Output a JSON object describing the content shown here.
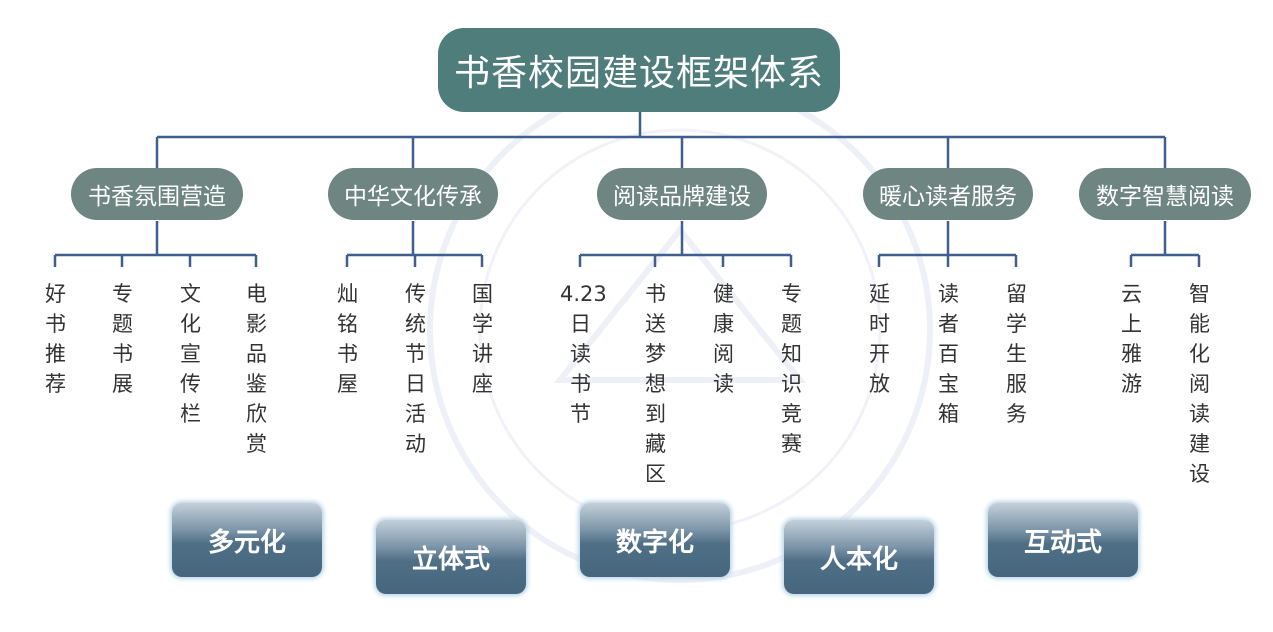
{
  "title": "书香校园建设框架体系",
  "branches": [
    {
      "label": "书香氛围营造",
      "leaves": [
        "好书推荐",
        "专题书展",
        "文化宣传栏",
        "电影品鉴欣赏"
      ]
    },
    {
      "label": "中华文化传承",
      "leaves": [
        "灿铭书屋",
        "传统节日活动",
        "国学讲座"
      ]
    },
    {
      "label": "阅读品牌建设",
      "leaves": [
        "4.23日读书节",
        "书送梦想到藏区",
        "健康阅读",
        "专题知识竞赛"
      ]
    },
    {
      "label": "暖心读者服务",
      "leaves": [
        "延时开放",
        "读者百宝箱",
        "留学生服务"
      ]
    },
    {
      "label": "数字智慧阅读",
      "leaves": [
        "云上雅游",
        "智能化阅读建设"
      ]
    }
  ],
  "features": [
    "多元化",
    "立体式",
    "数字化",
    "人本化",
    "互动式"
  ],
  "colors": {
    "root": "#4e7d7c",
    "branch": "#6e8582",
    "line": "#3f5f8f"
  }
}
